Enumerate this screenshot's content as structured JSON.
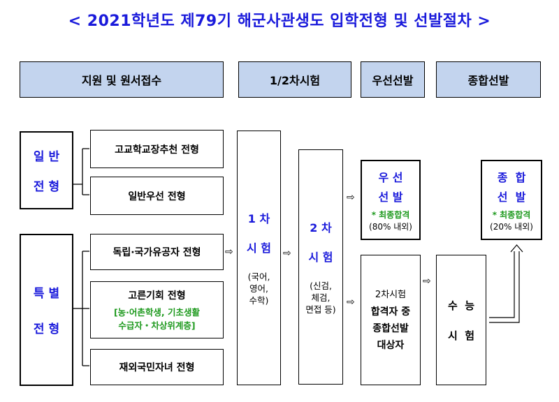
{
  "title": "< 2021학년도 제79기 해군사관생도 입학전형 및 선발절차 >",
  "headers": {
    "apply": "지원 및 원서접수",
    "exam12": "1/2차시험",
    "priority": "우선선발",
    "comprehensive": "종합선발"
  },
  "general": {
    "line1": "일 반",
    "line2": "전 형",
    "sub1": "고교학교장추천 전형",
    "sub2": "일반우선 전형"
  },
  "special": {
    "line1": "특 별",
    "line2": "전 형",
    "sub1": "독립·국가유공자 전형",
    "sub2_title": "고른기회 전형",
    "sub2_note1": "[농·어촌학생, 기초생활",
    "sub2_note2": "수급자・차상위계층]",
    "sub3": "재외국민자녀 전형"
  },
  "exam1": {
    "line1": "1 차",
    "line2": "시 험",
    "sub1": "(국어,",
    "sub2": "영어,",
    "sub3": "수학)"
  },
  "exam2": {
    "line1": "2 차",
    "line2": "시 험",
    "sub1": "(신검,",
    "sub2": "체검,",
    "sub3": "면접 등)"
  },
  "priority_box": {
    "line1": "우 선",
    "line2": "선 발",
    "final": "* 최종합격",
    "percent": "(80% 내외)"
  },
  "comp_box": {
    "line1": "종  합",
    "line2": "선  발",
    "final": "* 최종합격",
    "percent": "(20% 내외)"
  },
  "passers_box": {
    "line1": "2차시험",
    "line2": "합격자 중",
    "line3": "종합선발",
    "line4": "대상자"
  },
  "csat_box": {
    "line1": "수  능",
    "line2": "시  험"
  },
  "arrow_glyph": "⇨"
}
